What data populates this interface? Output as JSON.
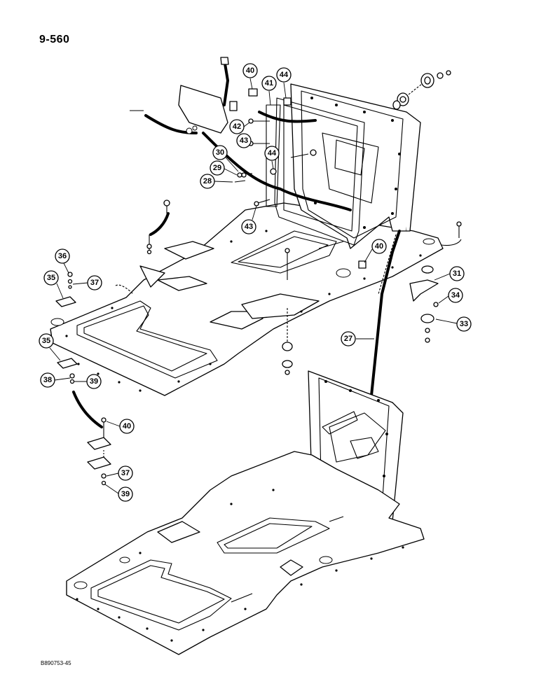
{
  "header": {
    "page_number": "9-560"
  },
  "footer": {
    "drawing_code": "B890753-45"
  },
  "callouts": {
    "c27": "27",
    "c28": "28",
    "c29": "29",
    "c30": "30",
    "c31": "31",
    "c33": "33",
    "c34": "34",
    "c35a": "35",
    "c35b": "35",
    "c36": "36",
    "c37a": "37",
    "c37b": "37",
    "c38": "38",
    "c39a": "39",
    "c39b": "39",
    "c40a": "40",
    "c40b": "40",
    "c40c": "40",
    "c41": "41",
    "c42": "42",
    "c43a": "43",
    "c43b": "43",
    "c44a": "44",
    "c44b": "44"
  }
}
